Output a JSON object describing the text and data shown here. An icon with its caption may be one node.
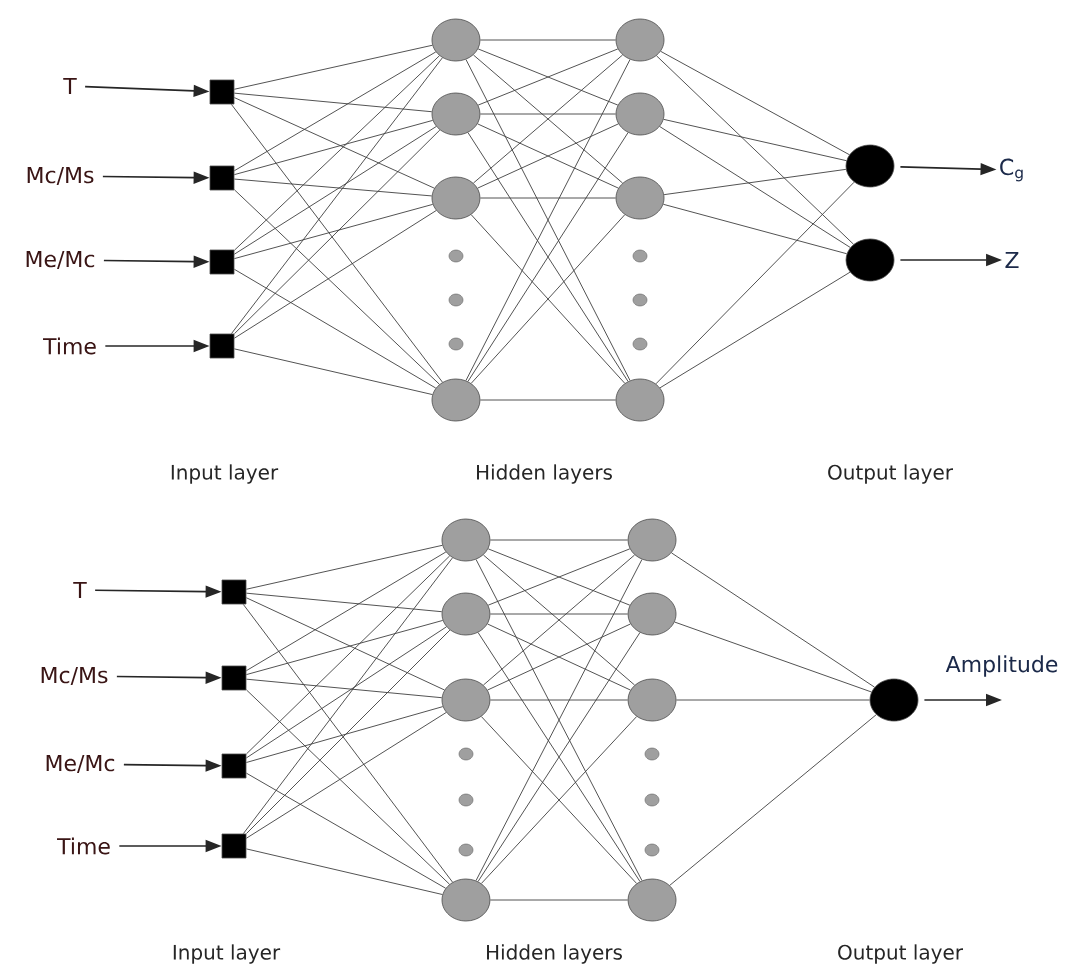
{
  "diagram": {
    "nodes": [
      {
        "text": [
          "T"
        ]
      },
      {
        "text": [
          "Mc/Ms"
        ]
      },
      {
        "text": [
          "Me/Mc"
        ]
      },
      {
        "text": [
          "Time"
        ]
      },
      {
        "text": [],
        "shape": "box"
      },
      {
        "text": [],
        "shape": "box"
      },
      {
        "text": [],
        "shape": "box"
      },
      {
        "text": [],
        "shape": "box"
      },
      {
        "text": [],
        "shape": "circle"
      },
      {
        "text": [],
        "shape": "circle"
      },
      {
        "text": [],
        "shape": "circle"
      },
      {
        "text": [],
        "shape": "circle"
      },
      {
        "text": [],
        "shape": "circle"
      },
      {
        "text": [],
        "shape": "circle"
      },
      {
        "text": [],
        "shape": "circle"
      },
      {
        "text": [],
        "shape": "circle"
      },
      {
        "text": [],
        "shape": "circle"
      },
      {
        "text": [],
        "shape": "circle"
      },
      {
        "text": [
          "C$_{g}$"
        ]
      },
      {
        "text": [
          "Z"
        ]
      },
      {
        "text": [
          "T"
        ]
      },
      {
        "text": [
          "Mc/Ms"
        ]
      },
      {
        "text": [
          "Me/Mc"
        ]
      },
      {
        "text": [
          "Time"
        ]
      },
      {
        "text": [],
        "shape": "box"
      },
      {
        "text": [],
        "shape": "box"
      },
      {
        "text": [],
        "shape": "box"
      },
      {
        "text": [],
        "shape": "box"
      },
      {
        "text": [],
        "shape": "circle"
      },
      {
        "text": [],
        "shape": "circle"
      },
      {
        "text": [],
        "shape": "circle"
      },
      {
        "text": [],
        "shape": "circle"
      },
      {
        "text": [],
        "shape": "circle"
      },
      {
        "text": [],
        "shape": "circle"
      },
      {
        "text": [],
        "shape": "circle"
      },
      {
        "text": [],
        "shape": "circle"
      },
      {
        "text": [],
        "shape": "circle"
      },
      {
        "text": [
          "Amplitude"
        ]
      }
    ],
    "edges": [
      {
        "from": 0,
        "to": 4,
        "arrow": "to"
      },
      {
        "from": 1,
        "to": 5,
        "arrow": "to"
      },
      {
        "from": 2,
        "to": 6,
        "arrow": "to"
      },
      {
        "from": 3,
        "to": 7,
        "arrow": "to"
      },
      {
        "from": 4,
        "to": 8,
        "arrow": "none"
      },
      {
        "from": 4,
        "to": 9,
        "arrow": "none"
      },
      {
        "from": 4,
        "to": 10,
        "arrow": "none"
      },
      {
        "from": 4,
        "to": 11,
        "arrow": "none"
      },
      {
        "from": 5,
        "to": 8,
        "arrow": "none"
      },
      {
        "from": 5,
        "to": 9,
        "arrow": "none"
      },
      {
        "from": 5,
        "to": 10,
        "arrow": "none"
      },
      {
        "from": 5,
        "to": 11,
        "arrow": "none"
      },
      {
        "from": 6,
        "to": 8,
        "arrow": "none"
      },
      {
        "from": 6,
        "to": 9,
        "arrow": "none"
      },
      {
        "from": 6,
        "to": 10,
        "arrow": "none"
      },
      {
        "from": 6,
        "to": 11,
        "arrow": "none"
      },
      {
        "from": 7,
        "to": 8,
        "arrow": "none"
      },
      {
        "from": 7,
        "to": 9,
        "arrow": "none"
      },
      {
        "from": 7,
        "to": 10,
        "arrow": "none"
      },
      {
        "from": 7,
        "to": 11,
        "arrow": "none"
      },
      {
        "from": 8,
        "to": 12,
        "arrow": "none"
      },
      {
        "from": 8,
        "to": 13,
        "arrow": "none"
      },
      {
        "from": 8,
        "to": 14,
        "arrow": "none"
      },
      {
        "from": 8,
        "to": 15,
        "arrow": "none"
      },
      {
        "from": 9,
        "to": 12,
        "arrow": "none"
      },
      {
        "from": 9,
        "to": 13,
        "arrow": "none"
      },
      {
        "from": 9,
        "to": 14,
        "arrow": "none"
      },
      {
        "from": 9,
        "to": 15,
        "arrow": "none"
      },
      {
        "from": 10,
        "to": 12,
        "arrow": "none"
      },
      {
        "from": 10,
        "to": 13,
        "arrow": "none"
      },
      {
        "from": 10,
        "to": 14,
        "arrow": "none"
      },
      {
        "from": 10,
        "to": 15,
        "arrow": "none"
      },
      {
        "from": 11,
        "to": 12,
        "arrow": "none"
      },
      {
        "from": 11,
        "to": 13,
        "arrow": "none"
      },
      {
        "from": 11,
        "to": 14,
        "arrow": "none"
      },
      {
        "from": 11,
        "to": 15,
        "arrow": "none"
      },
      {
        "from": 12,
        "to": 16,
        "arrow": "none"
      },
      {
        "from": 12,
        "to": 17,
        "arrow": "none"
      },
      {
        "from": 13,
        "to": 16,
        "arrow": "none"
      },
      {
        "from": 13,
        "to": 17,
        "arrow": "none"
      },
      {
        "from": 14,
        "to": 16,
        "arrow": "none"
      },
      {
        "from": 14,
        "to": 17,
        "arrow": "none"
      },
      {
        "from": 15,
        "to": 16,
        "arrow": "none"
      },
      {
        "from": 15,
        "to": 17,
        "arrow": "none"
      },
      {
        "from": 16,
        "to": 18,
        "arrow": "to"
      },
      {
        "from": 17,
        "to": 19,
        "arrow": "to"
      },
      {
        "from": 20,
        "to": 24,
        "arrow": "to"
      },
      {
        "from": 21,
        "to": 25,
        "arrow": "to"
      },
      {
        "from": 22,
        "to": 26,
        "arrow": "to"
      },
      {
        "from": 23,
        "to": 27,
        "arrow": "to"
      },
      {
        "from": 24,
        "to": 28,
        "arrow": "none"
      },
      {
        "from": 24,
        "to": 29,
        "arrow": "none"
      },
      {
        "from": 24,
        "to": 30,
        "arrow": "none"
      },
      {
        "from": 24,
        "to": 31,
        "arrow": "none"
      },
      {
        "from": 25,
        "to": 28,
        "arrow": "none"
      },
      {
        "from": 25,
        "to": 29,
        "arrow": "none"
      },
      {
        "from": 25,
        "to": 30,
        "arrow": "none"
      },
      {
        "from": 25,
        "to": 31,
        "arrow": "none"
      },
      {
        "from": 26,
        "to": 28,
        "arrow": "none"
      },
      {
        "from": 26,
        "to": 29,
        "arrow": "none"
      },
      {
        "from": 26,
        "to": 30,
        "arrow": "none"
      },
      {
        "from": 26,
        "to": 31,
        "arrow": "none"
      },
      {
        "from": 27,
        "to": 28,
        "arrow": "none"
      },
      {
        "from": 27,
        "to": 29,
        "arrow": "none"
      },
      {
        "from": 27,
        "to": 30,
        "arrow": "none"
      },
      {
        "from": 27,
        "to": 31,
        "arrow": "none"
      },
      {
        "from": 28,
        "to": 32,
        "arrow": "none"
      },
      {
        "from": 28,
        "to": 33,
        "arrow": "none"
      },
      {
        "from": 28,
        "to": 34,
        "arrow": "none"
      },
      {
        "from": 28,
        "to": 35,
        "arrow": "none"
      },
      {
        "from": 29,
        "to": 32,
        "arrow": "none"
      },
      {
        "from": 29,
        "to": 33,
        "arrow": "none"
      },
      {
        "from": 29,
        "to": 34,
        "arrow": "none"
      },
      {
        "from": 29,
        "to": 35,
        "arrow": "none"
      },
      {
        "from": 30,
        "to": 32,
        "arrow": "none"
      },
      {
        "from": 30,
        "to": 33,
        "arrow": "none"
      },
      {
        "from": 30,
        "to": 34,
        "arrow": "none"
      },
      {
        "from": 30,
        "to": 35,
        "arrow": "none"
      },
      {
        "from": 31,
        "to": 32,
        "arrow": "none"
      },
      {
        "from": 31,
        "to": 33,
        "arrow": "none"
      },
      {
        "from": 31,
        "to": 34,
        "arrow": "none"
      },
      {
        "from": 31,
        "to": 35,
        "arrow": "none"
      },
      {
        "from": 32,
        "to": 36,
        "arrow": "none"
      },
      {
        "from": 33,
        "to": 36,
        "arrow": "none"
      },
      {
        "from": 34,
        "to": 36,
        "arrow": "none"
      },
      {
        "from": 35,
        "to": 36,
        "arrow": "none"
      },
      {
        "from": 36,
        "to": 37,
        "arrow": "to"
      }
    ],
    "labels": [
      "Input layer",
      "Hidden layers",
      "Output layer",
      "Input layer",
      "Hidden layers",
      "Output layer"
    ]
  }
}
